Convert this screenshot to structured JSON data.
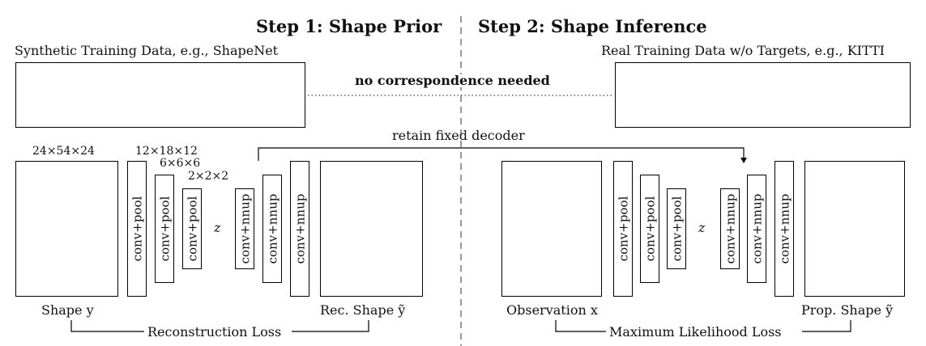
{
  "headers": {
    "step1": "Step 1: Shape Prior",
    "step2": "Step 2: Shape Inference"
  },
  "top": {
    "synthetic_label": "Synthetic Training Data, e.g., ShapeNet",
    "real_label": "Real Training Data w/o Targets, e.g., KITTI",
    "no_corr": "no correspondence needed"
  },
  "decoder_label": "retain fixed decoder",
  "dims": {
    "d1": "24×54×24",
    "d2": "12×18×12",
    "d3": "6×6×6",
    "d4": "2×2×2"
  },
  "layers": {
    "conv_pool": "conv+pool",
    "conv_nnup": "conv+nnup",
    "z": "z"
  },
  "labels": {
    "shape_y": "Shape y",
    "rec_shape": "Rec. Shape ỹ",
    "observation": "Observation x",
    "prop_shape": "Prop. Shape ỹ"
  },
  "losses": {
    "reconstruction": "Reconstruction Loss",
    "max_likelihood": "Maximum Likelihood Loss"
  },
  "colors": {
    "car_tan": "#b89a76",
    "car_dark": "#8a6f52",
    "points_red": "#8b2a35",
    "ground_gray": "#d8d8d8"
  }
}
